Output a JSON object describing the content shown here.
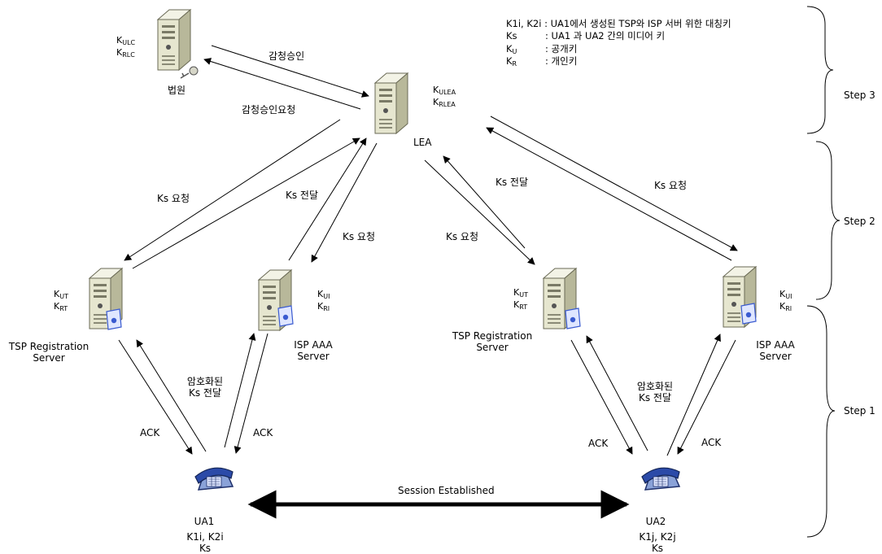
{
  "legend": {
    "line1": "K1i, K2i : UA1에서 생성된 TSP와 ISP 서버 위한 대칭키",
    "ks_key": "Ks",
    "ks_desc": ": UA1 과 UA2 간의 미디어 키",
    "ku_main": "K",
    "ku_sub": "U",
    "ku_desc": ": 공개키",
    "kr_main": "K",
    "kr_sub": "R",
    "kr_desc": ": 개인키"
  },
  "steps": {
    "step3": "Step 3",
    "step2": "Step 2",
    "step1": "Step 1"
  },
  "court": {
    "label": "법원",
    "key1_main": "K",
    "key1_sub": "ULC",
    "key2_main": "K",
    "key2_sub": "RLC"
  },
  "lea": {
    "label": "LEA",
    "key1_main": "K",
    "key1_sub": "ULEA",
    "key2_main": "K",
    "key2_sub": "RLEA"
  },
  "tsp_left": {
    "label_line1": "TSP Registration",
    "label_line2": "Server",
    "key1_main": "K",
    "key1_sub": "UT",
    "key2_main": "K",
    "key2_sub": "RT"
  },
  "isp_left": {
    "label_line1": "ISP AAA",
    "label_line2": "Server",
    "key1_main": "K",
    "key1_sub": "UI",
    "key2_main": "K",
    "key2_sub": "RI"
  },
  "tsp_right": {
    "label_line1": "TSP Registration",
    "label_line2": "Server",
    "key1_main": "K",
    "key1_sub": "UT",
    "key2_main": "K",
    "key2_sub": "RT"
  },
  "isp_right": {
    "label_line1": "ISP AAA",
    "label_line2": "Server",
    "key1_main": "K",
    "key1_sub": "UI",
    "key2_main": "K",
    "key2_sub": "RI"
  },
  "ua1": {
    "label": "UA1",
    "keys": "K1i, K2i",
    "ks": "Ks"
  },
  "ua2": {
    "label": "UA2",
    "keys": "K1j, K2j",
    "ks": "Ks"
  },
  "edges": {
    "approval": "감청승인",
    "approval_request": "감청승인요청",
    "ks_request_tsp_left": "Ks 요청",
    "ks_delivery_isp_left": "Ks 전달",
    "ks_request_isp_left": "Ks 요청",
    "ks_delivery_tsp_right": "Ks 전달",
    "ks_request_tsp_right": "Ks 요청",
    "ks_request_isp_right": "Ks 요청",
    "encrypted_left_line1": "암호화된",
    "encrypted_left_line2": "Ks 전달",
    "encrypted_right_line1": "암호화된",
    "encrypted_right_line2": "Ks 전달",
    "ack_left_tsp": "ACK",
    "ack_left_isp": "ACK",
    "ack_right_tsp": "ACK",
    "ack_right_isp": "ACK",
    "session": "Session Established"
  },
  "colors": {
    "server_body": "#e6e6cf",
    "server_shade": "#b8b89a",
    "cert_blue": "#3a5bd0",
    "arrow": "#000000"
  }
}
